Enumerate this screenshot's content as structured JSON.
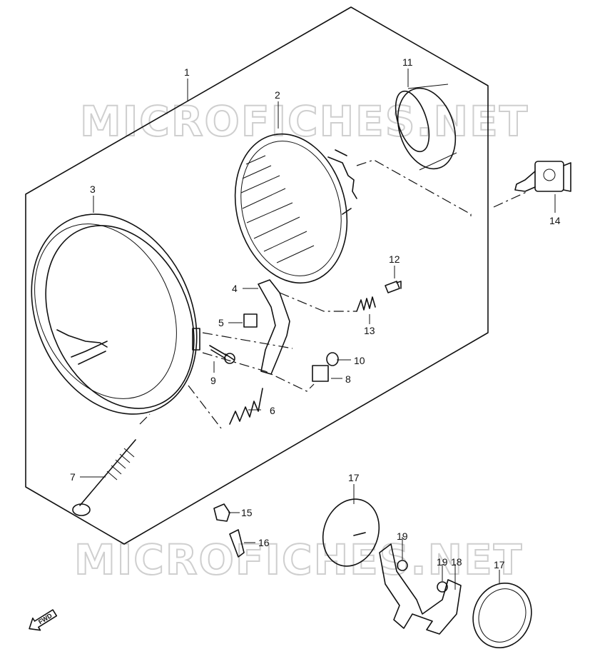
{
  "watermark": "MICROFICHES.NET",
  "fwd_label": "FWD",
  "callouts": [
    "1",
    "2",
    "3",
    "4",
    "5",
    "6",
    "7",
    "8",
    "9",
    "10",
    "11",
    "12",
    "13",
    "14",
    "15",
    "16",
    "17",
    "18",
    "19"
  ]
}
